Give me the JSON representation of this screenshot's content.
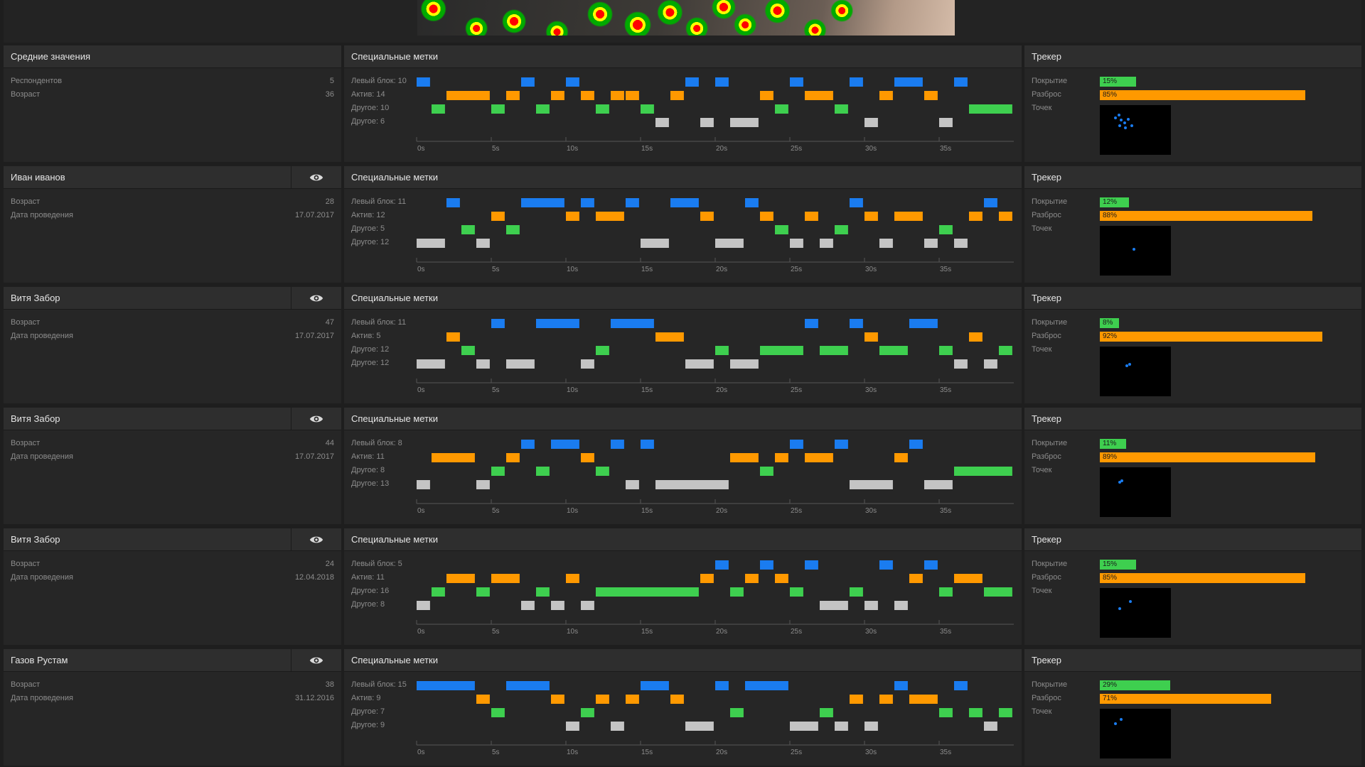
{
  "labels": {
    "timeline_title": "Специальные метки",
    "tracker_title": "Трекер",
    "coverage_label": "Покрытие",
    "spread_label": "Разброс",
    "points_label": "Точек"
  },
  "colors": {
    "blue": "#1a7cf0",
    "orange": "#ff9900",
    "green": "#3ecf4f",
    "gray": "#c4c4c4"
  },
  "icons": {
    "eye": "eye-icon"
  },
  "timeline": {
    "max": 40,
    "ticks": [
      "0s",
      "5s",
      "10s",
      "15s",
      "20s",
      "25s",
      "30s",
      "35s"
    ]
  },
  "rows": [
    {
      "name": "Средние значения",
      "show_eye": false,
      "fields": [
        {
          "label": "Респондентов",
          "value": "5"
        },
        {
          "label": "Возраст",
          "value": "36"
        }
      ],
      "tracks": [
        {
          "label": "Левый блок: 10",
          "color": "blue",
          "segments": [
            [
              0,
              0.9
            ],
            [
              7,
              7.9
            ],
            [
              10,
              10.9
            ],
            [
              18,
              18.9
            ],
            [
              20,
              20.9
            ],
            [
              25,
              25.9
            ],
            [
              29,
              29.9
            ],
            [
              32,
              33.9
            ],
            [
              36,
              36.9
            ]
          ]
        },
        {
          "label": "Актив: 14",
          "color": "orange",
          "segments": [
            [
              2,
              4.9
            ],
            [
              6,
              6.9
            ],
            [
              9,
              9.9
            ],
            [
              11,
              11.9
            ],
            [
              13,
              13.9
            ],
            [
              14,
              14.9
            ],
            [
              17,
              17.9
            ],
            [
              23,
              23.9
            ],
            [
              26,
              27.9
            ],
            [
              31,
              31.9
            ],
            [
              34,
              34.9
            ]
          ]
        },
        {
          "label": "Другое: 10",
          "color": "green",
          "segments": [
            [
              1,
              1.9
            ],
            [
              5,
              5.9
            ],
            [
              8,
              8.9
            ],
            [
              12,
              12.9
            ],
            [
              15,
              15.9
            ],
            [
              24,
              24.9
            ],
            [
              28,
              28.9
            ],
            [
              37,
              39.9
            ]
          ]
        },
        {
          "label": "Другое: 6",
          "color": "gray",
          "segments": [
            [
              16,
              16.9
            ],
            [
              19,
              19.9
            ],
            [
              21,
              22.9
            ],
            [
              30,
              30.9
            ],
            [
              35,
              35.9
            ]
          ]
        }
      ],
      "coverage": {
        "text": "15%",
        "value": 15
      },
      "spread": {
        "text": "85%",
        "value": 85
      },
      "points": [
        [
          0.22,
          0.25
        ],
        [
          0.27,
          0.2
        ],
        [
          0.3,
          0.3
        ],
        [
          0.35,
          0.35
        ],
        [
          0.4,
          0.28
        ],
        [
          0.45,
          0.42
        ],
        [
          0.28,
          0.42
        ],
        [
          0.36,
          0.45
        ]
      ]
    },
    {
      "name": "Иван иванов",
      "show_eye": true,
      "fields": [
        {
          "label": "Возраст",
          "value": "28"
        },
        {
          "label": "Дата проведения",
          "value": "17.07.2017"
        }
      ],
      "tracks": [
        {
          "label": "Левый блок: 11",
          "color": "blue",
          "segments": [
            [
              2,
              2.9
            ],
            [
              7,
              9.9
            ],
            [
              11,
              11.9
            ],
            [
              14,
              14.9
            ],
            [
              17,
              18.9
            ],
            [
              22,
              22.9
            ],
            [
              29,
              29.9
            ],
            [
              38,
              38.9
            ]
          ]
        },
        {
          "label": "Актив: 12",
          "color": "orange",
          "segments": [
            [
              5,
              5.9
            ],
            [
              10,
              10.9
            ],
            [
              12,
              13.9
            ],
            [
              19,
              19.9
            ],
            [
              23,
              23.9
            ],
            [
              26,
              26.9
            ],
            [
              30,
              30.9
            ],
            [
              32,
              33.9
            ],
            [
              37,
              37.9
            ],
            [
              39,
              39.9
            ]
          ]
        },
        {
          "label": "Другое: 5",
          "color": "green",
          "segments": [
            [
              3,
              3.9
            ],
            [
              6,
              6.9
            ],
            [
              24,
              24.9
            ],
            [
              28,
              28.9
            ],
            [
              35,
              35.9
            ]
          ]
        },
        {
          "label": "Другое: 12",
          "color": "gray",
          "segments": [
            [
              0,
              1.9
            ],
            [
              4,
              4.9
            ],
            [
              15,
              16.9
            ],
            [
              20,
              21.9
            ],
            [
              25,
              25.9
            ],
            [
              27,
              27.9
            ],
            [
              31,
              31.9
            ],
            [
              34,
              34.9
            ],
            [
              36,
              36.9
            ]
          ]
        }
      ],
      "coverage": {
        "text": "12%",
        "value": 12
      },
      "spread": {
        "text": "88%",
        "value": 88
      },
      "points": [
        [
          0.48,
          0.47
        ]
      ]
    },
    {
      "name": "Витя Забор",
      "show_eye": true,
      "fields": [
        {
          "label": "Возраст",
          "value": "47"
        },
        {
          "label": "Дата проведения",
          "value": "17.07.2017"
        }
      ],
      "tracks": [
        {
          "label": "Левый блок: 11",
          "color": "blue",
          "segments": [
            [
              5,
              5.9
            ],
            [
              8,
              10.9
            ],
            [
              13,
              15.9
            ],
            [
              26,
              26.9
            ],
            [
              29,
              29.9
            ],
            [
              33,
              34.9
            ]
          ]
        },
        {
          "label": "Актив: 5",
          "color": "orange",
          "segments": [
            [
              2,
              2.9
            ],
            [
              16,
              17.9
            ],
            [
              30,
              30.9
            ],
            [
              37,
              37.9
            ]
          ]
        },
        {
          "label": "Другое: 12",
          "color": "green",
          "segments": [
            [
              3,
              3.9
            ],
            [
              12,
              12.9
            ],
            [
              20,
              20.9
            ],
            [
              23,
              25.9
            ],
            [
              27,
              28.9
            ],
            [
              31,
              32.9
            ],
            [
              35,
              35.9
            ],
            [
              39,
              39.9
            ]
          ]
        },
        {
          "label": "Другое: 12",
          "color": "gray",
          "segments": [
            [
              0,
              1.9
            ],
            [
              4,
              4.9
            ],
            [
              6,
              7.9
            ],
            [
              11,
              11.9
            ],
            [
              18,
              19.9
            ],
            [
              21,
              22.9
            ],
            [
              36,
              36.9
            ],
            [
              38,
              38.9
            ]
          ]
        }
      ],
      "coverage": {
        "text": "8%",
        "value": 8
      },
      "spread": {
        "text": "92%",
        "value": 92
      },
      "points": [
        [
          0.38,
          0.38
        ],
        [
          0.42,
          0.36
        ]
      ]
    },
    {
      "name": "Витя Забор",
      "show_eye": true,
      "fields": [
        {
          "label": "Возраст",
          "value": "44"
        },
        {
          "label": "Дата проведения",
          "value": "17.07.2017"
        }
      ],
      "tracks": [
        {
          "label": "Левый блок: 8",
          "color": "blue",
          "segments": [
            [
              7,
              7.9
            ],
            [
              9,
              10.9
            ],
            [
              13,
              13.9
            ],
            [
              15,
              15.9
            ],
            [
              25,
              25.9
            ],
            [
              28,
              28.9
            ],
            [
              33,
              33.9
            ]
          ]
        },
        {
          "label": "Актив: 11",
          "color": "orange",
          "segments": [
            [
              1,
              3.9
            ],
            [
              6,
              6.9
            ],
            [
              11,
              11.9
            ],
            [
              21,
              22.9
            ],
            [
              24,
              24.9
            ],
            [
              26,
              27.9
            ],
            [
              32,
              32.9
            ]
          ]
        },
        {
          "label": "Другое: 8",
          "color": "green",
          "segments": [
            [
              5,
              5.9
            ],
            [
              8,
              8.9
            ],
            [
              12,
              12.9
            ],
            [
              23,
              23.9
            ],
            [
              36,
              39.9
            ]
          ]
        },
        {
          "label": "Другое: 13",
          "color": "gray",
          "segments": [
            [
              0,
              0.9
            ],
            [
              4,
              4.9
            ],
            [
              14,
              14.9
            ],
            [
              16,
              20.9
            ],
            [
              29,
              31.9
            ],
            [
              34,
              35.9
            ]
          ]
        }
      ],
      "coverage": {
        "text": "11%",
        "value": 11
      },
      "spread": {
        "text": "89%",
        "value": 89
      },
      "points": [
        [
          0.28,
          0.3
        ],
        [
          0.31,
          0.27
        ]
      ]
    },
    {
      "name": "Витя Забор",
      "show_eye": true,
      "fields": [
        {
          "label": "Возраст",
          "value": "24"
        },
        {
          "label": "Дата проведения",
          "value": "12.04.2018"
        }
      ],
      "tracks": [
        {
          "label": "Левый блок: 5",
          "color": "blue",
          "segments": [
            [
              20,
              20.9
            ],
            [
              23,
              23.9
            ],
            [
              26,
              26.9
            ],
            [
              31,
              31.9
            ],
            [
              34,
              34.9
            ]
          ]
        },
        {
          "label": "Актив: 11",
          "color": "orange",
          "segments": [
            [
              2,
              3.9
            ],
            [
              5,
              6.9
            ],
            [
              10,
              10.9
            ],
            [
              19,
              19.9
            ],
            [
              22,
              22.9
            ],
            [
              24,
              24.9
            ],
            [
              33,
              33.9
            ],
            [
              36,
              37.9
            ]
          ]
        },
        {
          "label": "Другое: 16",
          "color": "green",
          "segments": [
            [
              1,
              1.9
            ],
            [
              4,
              4.9
            ],
            [
              8,
              8.9
            ],
            [
              12,
              18.9
            ],
            [
              21,
              21.9
            ],
            [
              25,
              25.9
            ],
            [
              29,
              29.9
            ],
            [
              35,
              35.9
            ],
            [
              38,
              39.9
            ]
          ]
        },
        {
          "label": "Другое: 8",
          "color": "gray",
          "segments": [
            [
              0,
              0.9
            ],
            [
              7,
              7.9
            ],
            [
              9,
              9.9
            ],
            [
              11,
              11.9
            ],
            [
              27,
              28.9
            ],
            [
              30,
              30.9
            ],
            [
              32,
              32.9
            ]
          ]
        }
      ],
      "coverage": {
        "text": "15%",
        "value": 15
      },
      "spread": {
        "text": "85%",
        "value": 85
      },
      "points": [
        [
          0.28,
          0.42
        ],
        [
          0.43,
          0.27
        ]
      ]
    },
    {
      "name": "Газов Рустам",
      "show_eye": true,
      "fields": [
        {
          "label": "Возраст",
          "value": "38"
        },
        {
          "label": "Дата проведения",
          "value": "31.12.2016"
        }
      ],
      "tracks": [
        {
          "label": "Левый блок: 15",
          "color": "blue",
          "segments": [
            [
              0,
              3.9
            ],
            [
              6,
              8.9
            ],
            [
              15,
              16.9
            ],
            [
              20,
              20.9
            ],
            [
              22,
              24.9
            ],
            [
              32,
              32.9
            ],
            [
              36,
              36.9
            ]
          ]
        },
        {
          "label": "Актив: 9",
          "color": "orange",
          "segments": [
            [
              4,
              4.9
            ],
            [
              9,
              9.9
            ],
            [
              12,
              12.9
            ],
            [
              14,
              14.9
            ],
            [
              17,
              17.9
            ],
            [
              29,
              29.9
            ],
            [
              31,
              31.9
            ],
            [
              33,
              34.9
            ]
          ]
        },
        {
          "label": "Другое: 7",
          "color": "green",
          "segments": [
            [
              5,
              5.9
            ],
            [
              11,
              11.9
            ],
            [
              21,
              21.9
            ],
            [
              27,
              27.9
            ],
            [
              35,
              35.9
            ],
            [
              37,
              37.9
            ],
            [
              39,
              39.9
            ]
          ]
        },
        {
          "label": "Другое: 9",
          "color": "gray",
          "segments": [
            [
              10,
              10.9
            ],
            [
              13,
              13.9
            ],
            [
              18,
              19.9
            ],
            [
              25,
              26.9
            ],
            [
              28,
              28.9
            ],
            [
              30,
              30.9
            ],
            [
              38,
              38.9
            ]
          ]
        }
      ],
      "coverage": {
        "text": "29%",
        "value": 29
      },
      "spread": {
        "text": "71%",
        "value": 71
      },
      "points": [
        [
          0.22,
          0.3
        ],
        [
          0.3,
          0.22
        ]
      ]
    }
  ]
}
